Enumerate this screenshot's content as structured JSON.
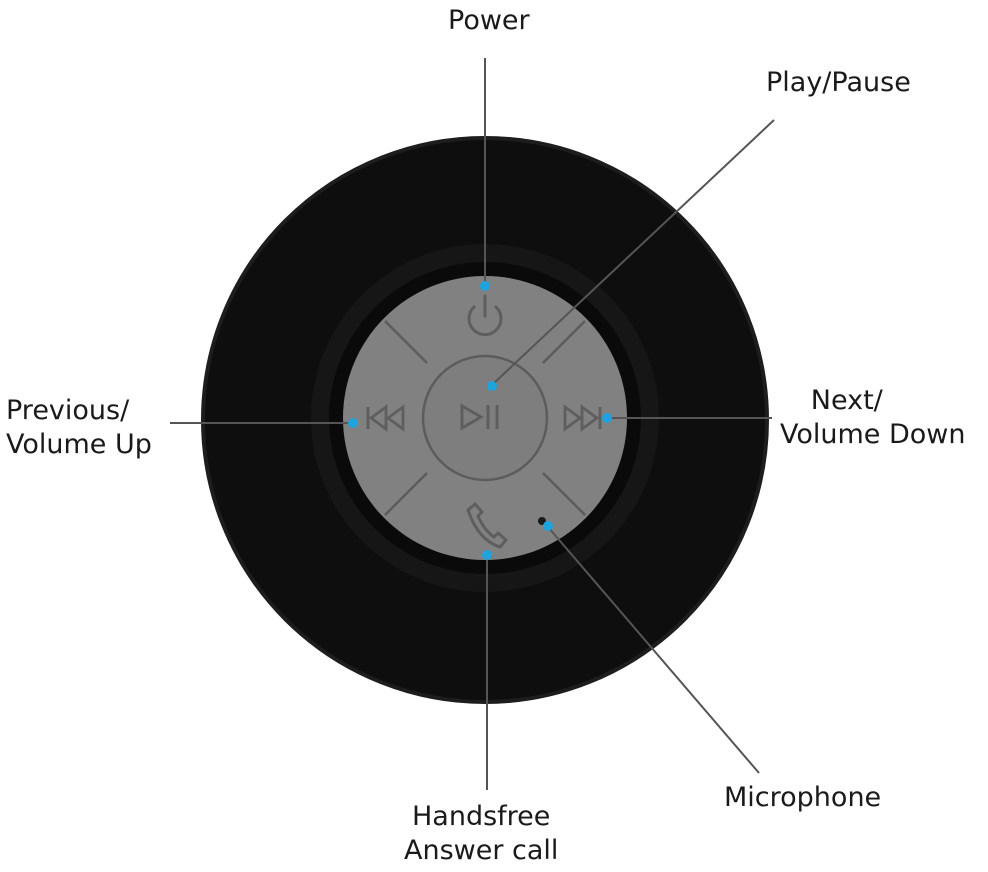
{
  "labels": {
    "power": "Power",
    "play_pause": "Play/Pause",
    "previous_line1": "Previous/",
    "previous_line2": "Volume Up",
    "next_line1": "Next/",
    "next_line2": "Volume Down",
    "microphone": "Microphone",
    "handsfree_line1": "Handsfree",
    "handsfree_line2": "Answer call"
  },
  "colors": {
    "speaker_body": "#0d0d0d",
    "button_face": "#828282",
    "button_icon": "#5f5f5f",
    "callout_line": "#555555",
    "callout_dot": "#1ea3dc",
    "text": "#1a1a1a"
  },
  "icons": {
    "power": "power-icon",
    "play_pause": "play-pause-icon",
    "previous": "skip-back-icon",
    "next": "skip-forward-icon",
    "phone": "phone-icon",
    "microphone": "microphone-hole-icon"
  }
}
